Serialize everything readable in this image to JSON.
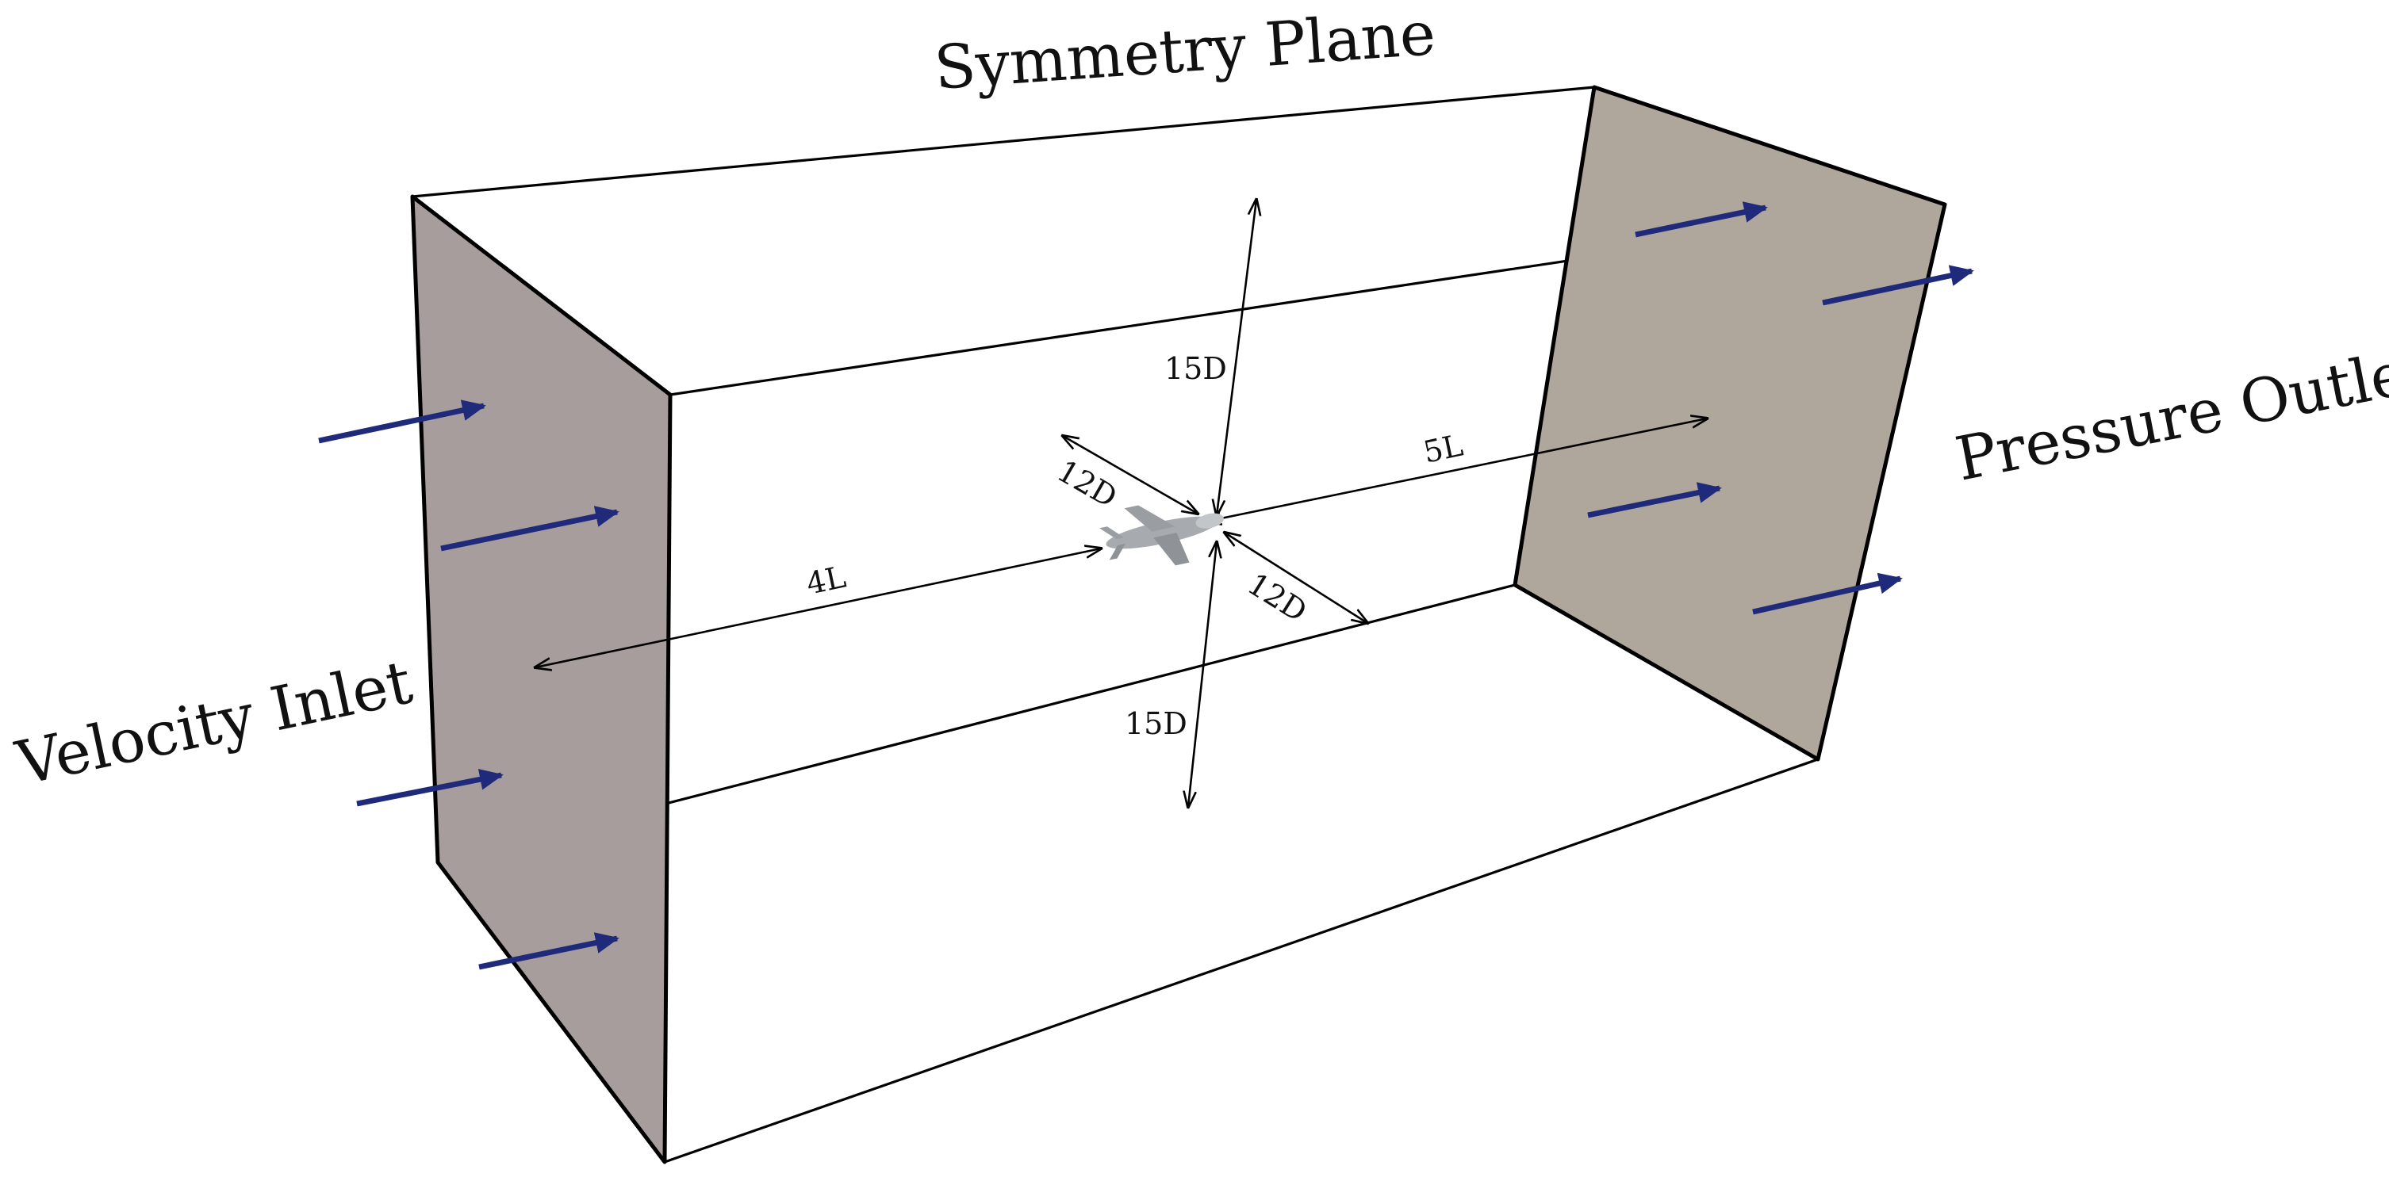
{
  "labels": {
    "top": "Symmetry Plane",
    "inlet": "Velocity Inlet",
    "outlet": "Pressure Outlet"
  },
  "dimensions": {
    "upstream": "4L",
    "downstream": "5L",
    "up": "15D",
    "down": "15D",
    "side_upper": "12D",
    "side_lower": "12D"
  },
  "colors": {
    "inlet_face": "#a79d9d",
    "outlet_face": "#b0a79c",
    "flow_arrow": "#1f2a7a",
    "edge": "#000000",
    "aircraft": "#a7aaae"
  },
  "icons": {
    "flow_arrows": "right-arrow",
    "aircraft": "aircraft-icon"
  }
}
